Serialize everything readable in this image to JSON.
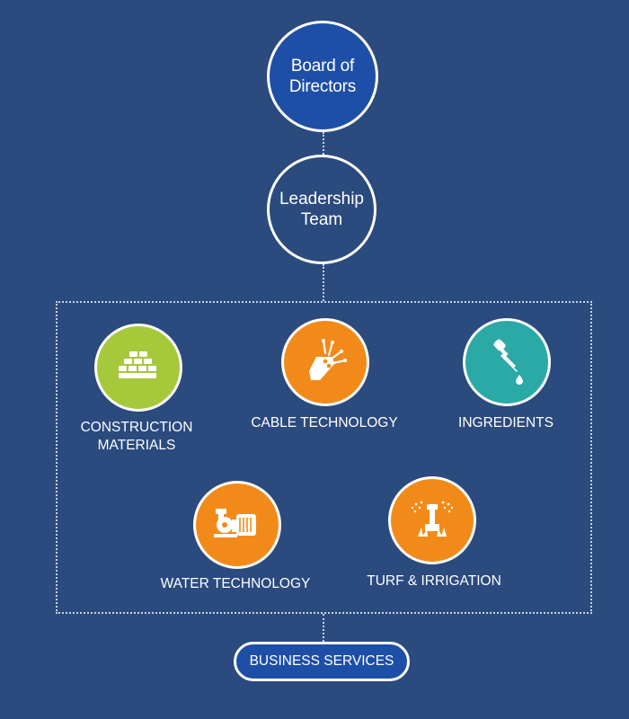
{
  "board": {
    "label_line1": "Board of",
    "label_line2": "Directors"
  },
  "leadership": {
    "label_line1": "Leadership",
    "label_line2": "Team"
  },
  "divisions": [
    {
      "id": "construction",
      "label_line1": "CONSTRUCTION",
      "label_line2": "MATERIALS",
      "color": "#a6c93b",
      "icon": "bricks-icon"
    },
    {
      "id": "cable",
      "label_line1": "CABLE TECHNOLOGY",
      "color": "#f28a1a",
      "icon": "cable-icon"
    },
    {
      "id": "ingredients",
      "label_line1": "INGREDIENTS",
      "color": "#2aa9a6",
      "icon": "dropper-icon"
    },
    {
      "id": "water",
      "label_line1": "WATER TECHNOLOGY",
      "color": "#f28a1a",
      "icon": "pump-icon"
    },
    {
      "id": "turf",
      "label_line1": "TURF & IRRIGATION",
      "color": "#f28a1a",
      "icon": "sprinkler-icon"
    }
  ],
  "business_services": {
    "label": "BUSINESS SERVICES"
  },
  "colors": {
    "background": "#2b4a7e",
    "board_fill": "#1e4fa6",
    "dotted_line": "#c9d3e6"
  }
}
